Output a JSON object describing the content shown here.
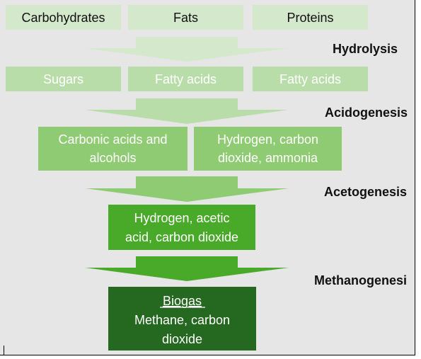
{
  "inputs": {
    "carbohydrates": "Carbohydrates",
    "fats": "Fats",
    "proteins": "Proteins"
  },
  "stage1": {
    "label": "Hydrolysis",
    "products": [
      "Sugars",
      "Fatty acids",
      "Fatty acids"
    ]
  },
  "stage2": {
    "label": "Acidogenesis",
    "product_a": [
      "Carbonic acids and",
      "alcohols"
    ],
    "product_b": [
      "Hydrogen, carbon",
      "dioxide, ammonia"
    ]
  },
  "stage3": {
    "label": "Acetogenesis",
    "product": [
      "Hydrogen, acetic",
      "acid, carbon dioxide"
    ]
  },
  "stage4": {
    "label": "Methanogenesi",
    "product_title": "Biogas",
    "product": [
      "Methane, carbon",
      "dioxide"
    ]
  },
  "colors": {
    "background": "#e6e6e6",
    "tier0": "#d4e8cb",
    "tier1": "#b9dda9",
    "tier2": "#8fcb73",
    "tier3": "#49aa2a",
    "tier4": "#25681f",
    "text_dark": "#111111",
    "text_light": "#ffffff"
  }
}
